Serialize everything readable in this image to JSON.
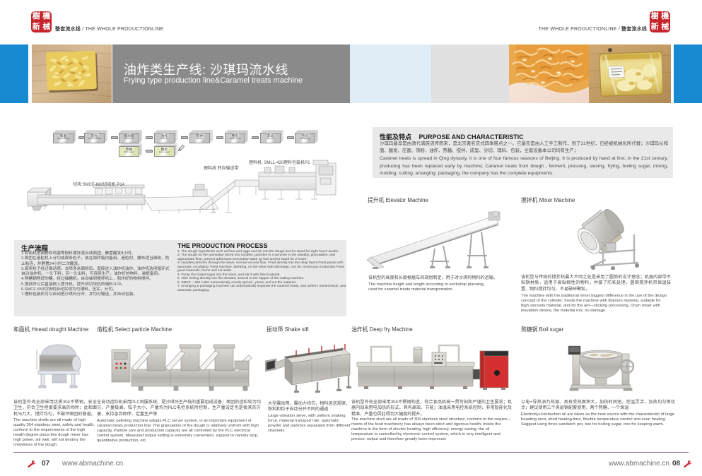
{
  "colors": {
    "accent_blue": "#178ad2",
    "banner_gray": "#8a8a8a",
    "banner_lightblue": "#e0ecf6",
    "banner_lightgray": "#e1e1e1",
    "info_box_gray": "#e9e9e9",
    "seal_red": "#c5242b",
    "footer_line_mauve": "#9b6b8e",
    "flow_card_yellow": "#e4e8bc"
  },
  "header": {
    "left_zh": "整套流水线",
    "left_sep": " / ",
    "left_en": "THE WHOLE PRODUCTIONLINE",
    "right_en": "THE WHOLE PRODUCTIONLINE",
    "right_sep": " / ",
    "right_zh": "整套流水线",
    "seal": {
      "tl": "樹",
      "tr": "機",
      "bl": "新",
      "br": "械"
    }
  },
  "banner": {
    "title_zh": "油炸类生产线: 沙琪玛流水线",
    "title_en": "Frying type production line&Caramel treats machine"
  },
  "flowchart": {
    "steps": [
      {
        "zh": "和面",
        "en": "Hnead dough"
      },
      {
        "zh": "造粒",
        "en": "Select particle"
      },
      {
        "zh": "振动筛",
        "en": "Shake sift"
      },
      {
        "zh": "油炸",
        "en": "Deep fry"
      },
      {
        "zh": "搅拌",
        "en": "Mixer"
      },
      {
        "zh": "整形",
        "en": "Shaping cut"
      },
      {
        "zh": "凉却",
        "en": "Cool off"
      },
      {
        "zh": "包装",
        "en": "Packaging"
      }
    ],
    "branch_steps": [
      {
        "zh": "熬糖",
        "en": "Boil sugar"
      },
      {
        "zh": "糖浆",
        "en": "Even sugar"
      }
    ]
  },
  "diagram_labels": {
    "cutter": "切块:SMCF-660切块机 P14",
    "turn_conveyor": "理料线 转向输送带",
    "packer": "理料机: SMLL-420理料包装机P2"
  },
  "purpose": {
    "title_zh": "性能及特点",
    "title_en": "PURPOSE AND CHARACTERISTIC",
    "body_zh": "沙琪玛最早是由清代满族流传而来，是北京著名京式四季糕点之一。它最先是由人工手工制作，到了21世纪，已经被机械化所代替；沙琪玛从和面、醒发、压面、筛粉、油炸、熬糖、搅拌、成型、分切、理料、包装，全套设备本公司均有生产；",
    "body_en": "Caramel treats is spread in Qing dynasty, it is one of four famous seasons of Beijing. It is produced by hand at first, in the 21st century, producing has been replaced early by machine; Caramel treats from dough , ferment, pressing, sieving, frying, boiling sugar, mixing, molding, cutting, arranging, packaging, the company has the complete equipments;"
  },
  "process": {
    "title_zh": "生产流程",
    "title_en": "THE PRODUCTION PROCESS",
    "steps_zh": [
      "1.和面机把面粉和鸡蛋等配料搅拌混合成面团，静置醒发8小时。",
      "2.面团在造粒机上分切成面条粒子，装在周转箱内备用，造粒时，撒布适当面粉，防止粘连，并静置24小时二次醒发。",
      "3.面条粒子经过振动筛，去除多余面粉后，直接进入油炸机油炸。油炸机选用循环式自动油炸机，一头下料，另一头出料，可连续生产。油炸好的物料，装框备用。",
      "4.熬糖锅熬好的糖，经过抽糖机，自动抽到搅拌机上，和炸好的物料搅拌。",
      "5.搅拌好以后直接倒入提升机，提升到切块机的储料斗中。",
      "6.SMCF-650切块机自动实现均匀铺料，压实，分切。",
      "7.理料包装机可以自动把沙琪玛分开，并均匀输送，并自动包装。"
    ],
    "steps_en": [
      "1. The dough ingredients such as flour and eggs and stir into the dough and let stand for eight hours awake.",
      "2. The dough on the granulator sliced into noodles, particles in a turnover in the standby, granulation, and appropriate flour, prevent adhesions.Secondary wake up hair and let stand for 2 hours.",
      "3. Noodles particles through the sieve, remove excess flour. Fried directly into the deep fryers.Fried pause with automatic circulating. Fried machine, blanking, on the other side discharge, can be continuous production.Fried good materials, frame and set aside.",
      "4. Pump the boiled sugar into the mixer, and stir it with fried material.",
      "5. After mixing directly into the elevator, ascend to the happer of the cutting machine.",
      "6. SMCF – 650 cutter automatically evenly spread , press, and cut the material.",
      "7. Arranging & packaging machine can automatically separate the caramel treats, and uniform transmission, and automatic packaging."
    ]
  },
  "machines": {
    "elevator": {
      "name_zh": "提升机",
      "name_en": "Elevator Machine",
      "desc_zh": "该机型的高度和长度根据车间规划制定，用于对沙琪玛物料的运输。",
      "desc_en": "The machine height and length according to workshop planning, used for caramel treats material transportation."
    },
    "mixer": {
      "name_zh": "搅拌机",
      "name_en": "Mixer Machine",
      "desc_zh": "该机型与传统的搅拌机最大不同之处是采用了圆筒的设计理念；机器内部带不粘锅材质，适用于高黏稠性的物料，并做了防粘处理。圆筒搅拌机带保温装置、物料搅拌均匀、不易破碎颗粒。",
      "desc_en": "The machine with the traditional mixer biggest difference is the use of the design concept of the cylinder; Inside the machine with titanium material, suitable for high viscosity material, and do the ant—sticking processing. Drum mixer with insulation device, the material mix, no damage."
    },
    "dough": {
      "name_zh": "和面机",
      "name_en": "Hnead dought Machine",
      "desc_zh": "该机型外壳全部采用优质304不锈钢，安全卫生，符合卫生程度要求高的场所；此和面机马力大、搅拌均匀，不破坏面团的筋道。",
      "desc_en": "The machine shells are all made of high quality 304 stainless steel, safety and health, conform to the requirements of the high health degree place;this dough mixer has high power, stir well, will not destroy the chewiness of the dough."
    },
    "pellet": {
      "name_zh": "造粒机",
      "name_en": "Select particle Machine",
      "desc_zh": "全自动造粒机采用PLC伺服系统，是沙琪玛生产线的重要组成设备；面团的造粒较为均匀、产量极高。粒子大小、产量均为PLC电控系统所控制。生产量设定也是极其的方便，支持急到即停、定量生产等",
      "desc_en": "Automatic pelleting machine adopts PLC server system, is an important equipment of caramel treats production line; The granulation of the dough is relatively uniform with high capacity, Particle size and production capacity are all controlled by the PLC electrical control system. Measured output setting is extremely convenient, support to namely stop, quantitative production, etc."
    },
    "sieve": {
      "name_zh": "振动筛",
      "name_en": "Shake sift",
      "desc_zh": "大型震动筛，震动力均匀，物料运送规律，粉料和粒子自动分开不同的通道",
      "desc_en": "Large vibration sieve, with uniform shaking force, material transport rule, automatic powder and particles separated from different channels."
    },
    "fryer": {
      "name_zh": "油炸机",
      "name_en": "Deep fry Machine",
      "desc_zh": "该机型外壳全部采用304不锈钢构造，符合食品机械一贯苛刻和严谨的卫生要求；机器内部采用电加热的形式、具有高效、节能；油温采用电控系统控制，非常智能化及精准，产量也因此得到大幅度的提升。",
      "desc_en": "The machine shell are all made of 304 stainless steel structure, conform to the require—ments of the food machinery has always been strict and rigorous health; Inside the machine in the form of electric heating, high efficiency, energy saving; the oil temperature is controlled by electronic control system, which is very intelligent and precise, output and therefore greatly been improved."
    },
    "boiler": {
      "name_zh": "熬糖锅",
      "name_en": "Boil sugar",
      "desc_zh": "以电+导热油为热源。具有受热面积大，加热时间短，控温灵活，加热均匀等优点；建议使用三个夹层锅配套使用，两个熬糖、一个保温",
      "desc_en": "Electricity+conduction oil are taken as the heat source with the characteristic of large heasting area, short heating time, flexible temperature control and even heating. Suggest using three sandwich pot, two for boiling sugar, one for keeping warm."
    }
  },
  "footer": {
    "left_num": "07",
    "left_site": "www.abmachine.cn",
    "right_site": "www.abmachine.cn",
    "right_num": "08"
  }
}
